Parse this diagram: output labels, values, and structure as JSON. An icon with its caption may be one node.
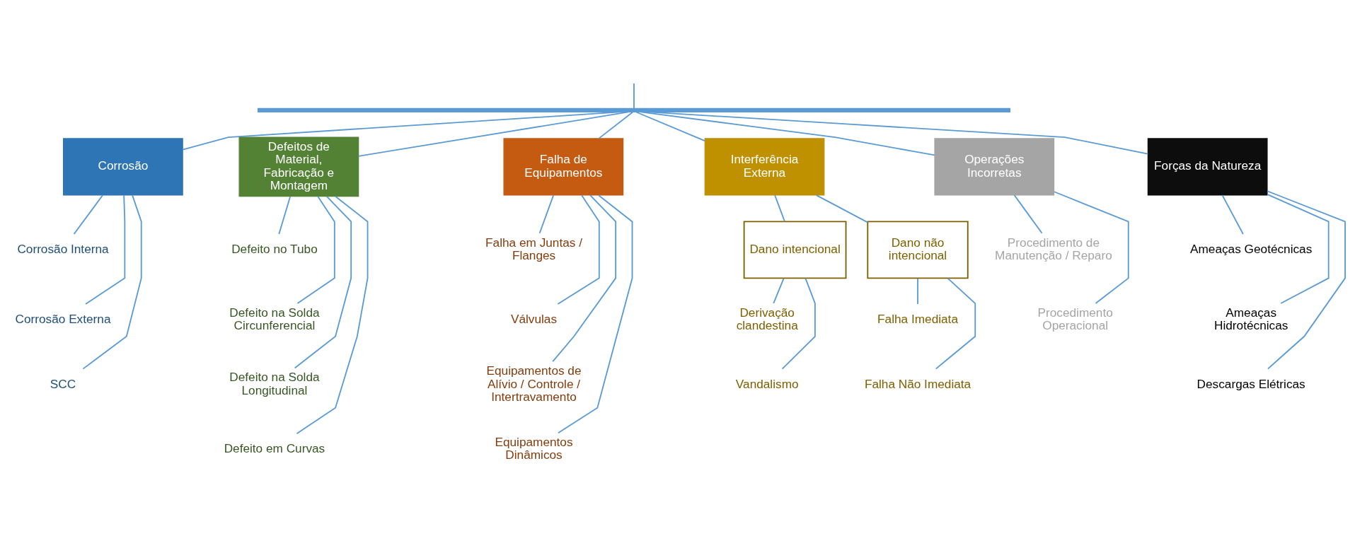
{
  "diagram": {
    "nodes": [
      {
        "text": [],
        "shape": "bar"
      },
      {
        "text": [
          "Corrosão"
        ]
      },
      {
        "text": [
          "Defeitos de Material, Fabricação e Montagem"
        ]
      },
      {
        "text": [
          "Falha de Equipamentos"
        ]
      },
      {
        "text": [
          "Interferência Externa"
        ]
      },
      {
        "text": [
          "Operações Incorretas"
        ]
      },
      {
        "text": [
          "Forças da Natureza"
        ]
      },
      {
        "text": [
          "Corrosão Interna"
        ]
      },
      {
        "text": [
          "Corrosão Externa"
        ]
      },
      {
        "text": [
          "SCC"
        ]
      },
      {
        "text": [
          "Defeito no Tubo"
        ]
      },
      {
        "text": [
          "Defeito na Solda Circunferencial"
        ]
      },
      {
        "text": [
          "Defeito na Solda Longitudinal"
        ]
      },
      {
        "text": [
          "Defeito em Curvas"
        ]
      },
      {
        "text": [
          "Falha em Juntas / Flanges"
        ]
      },
      {
        "text": [
          "Válvulas"
        ]
      },
      {
        "text": [
          "Equipamentos de Alívio / Controle / Intertravamento"
        ]
      },
      {
        "text": [
          "Equipamentos Dinâmicos"
        ]
      },
      {
        "text": [
          "Dano intencional"
        ]
      },
      {
        "text": [
          "Dano não intencional"
        ]
      },
      {
        "text": [
          "Derivação clandestina"
        ]
      },
      {
        "text": [
          "Vandalismo"
        ]
      },
      {
        "text": [
          "Falha Imediata"
        ]
      },
      {
        "text": [
          "Falha Não Imediata"
        ]
      },
      {
        "text": [
          "Procedimento de Manutenção / Reparo"
        ]
      },
      {
        "text": [
          "Procedimento Operacional"
        ]
      },
      {
        "text": [
          "Ameaças Geotécnicas"
        ]
      },
      {
        "text": [
          "Ameaças Hidrotécnicas"
        ]
      },
      {
        "text": [
          "Descargas Elétricas"
        ]
      }
    ],
    "edges": [
      {
        "from": null,
        "to": 0,
        "arrow": "none"
      },
      {
        "from": 0,
        "to": 1,
        "arrow": "none"
      },
      {
        "from": 0,
        "to": 2,
        "arrow": "none"
      },
      {
        "from": 0,
        "to": 3,
        "arrow": "none"
      },
      {
        "from": 0,
        "to": 4,
        "arrow": "none"
      },
      {
        "from": 0,
        "to": 5,
        "arrow": "none"
      },
      {
        "from": 0,
        "to": 6,
        "arrow": "none"
      },
      {
        "from": 1,
        "to": 7,
        "arrow": "none"
      },
      {
        "from": 1,
        "to": 8,
        "arrow": "none"
      },
      {
        "from": 1,
        "to": 9,
        "arrow": "none"
      },
      {
        "from": 2,
        "to": 10,
        "arrow": "none"
      },
      {
        "from": 2,
        "to": 11,
        "arrow": "none"
      },
      {
        "from": 2,
        "to": 12,
        "arrow": "none"
      },
      {
        "from": 2,
        "to": 13,
        "arrow": "none"
      },
      {
        "from": 3,
        "to": 14,
        "arrow": "none"
      },
      {
        "from": 3,
        "to": 15,
        "arrow": "none"
      },
      {
        "from": 3,
        "to": 16,
        "arrow": "none"
      },
      {
        "from": 3,
        "to": 17,
        "arrow": "none"
      },
      {
        "from": 4,
        "to": 18,
        "arrow": "none"
      },
      {
        "from": 4,
        "to": 19,
        "arrow": "none"
      },
      {
        "from": 18,
        "to": 20,
        "arrow": "none"
      },
      {
        "from": 18,
        "to": 21,
        "arrow": "none"
      },
      {
        "from": 19,
        "to": 22,
        "arrow": "none"
      },
      {
        "from": 19,
        "to": 23,
        "arrow": "none"
      },
      {
        "from": 5,
        "to": 24,
        "arrow": "none"
      },
      {
        "from": 5,
        "to": 25,
        "arrow": "none"
      },
      {
        "from": 6,
        "to": 26,
        "arrow": "none"
      },
      {
        "from": 6,
        "to": 27,
        "arrow": "none"
      },
      {
        "from": 6,
        "to": 28,
        "arrow": "none"
      }
    ]
  }
}
